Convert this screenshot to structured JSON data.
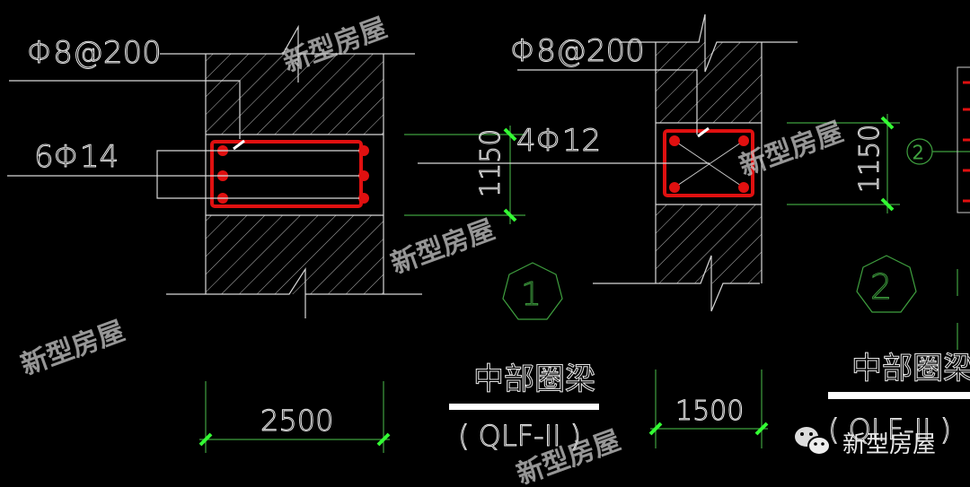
{
  "colors": {
    "background": "#000000",
    "lines": "#d8d8d8",
    "rebar": "#e01010",
    "dimension": "#3fa03f",
    "tick": "#33ff33"
  },
  "section1": {
    "stirrup_label": "Φ8@200",
    "main_bar_label": "6Φ14",
    "width_dim": "2500",
    "height_dim": "1150",
    "marker": "1",
    "title": "中部圈梁",
    "subtitle": "( QLF-II )"
  },
  "section2": {
    "stirrup_label": "Φ8@200",
    "main_bar_label": "4Φ12",
    "width_dim": "1500",
    "height_dim": "1150",
    "marker": "2",
    "marker_small": "2",
    "title": "中部圈梁",
    "subtitle": "( QLF-II )"
  },
  "watermark": {
    "text": "新型房屋",
    "badge_icon": "wechat-icon",
    "badge_text": "新型房屋"
  }
}
